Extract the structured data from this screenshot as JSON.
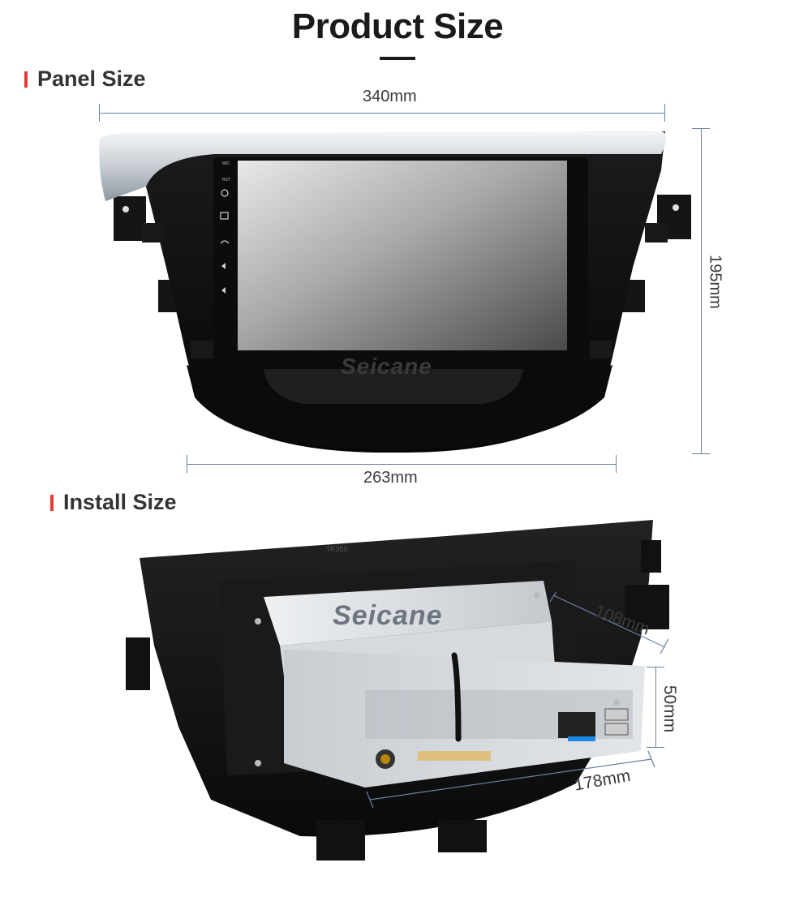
{
  "page": {
    "title": "Product Size"
  },
  "panel": {
    "heading": "Panel Size",
    "width_top": "340mm",
    "width_bottom": "263mm",
    "height": "195mm",
    "screen_brand": "Seicane",
    "side_buttons": [
      "MIC",
      "RST"
    ]
  },
  "install": {
    "heading": "Install Size",
    "depth": "108mm",
    "height": "50mm",
    "width": "178mm",
    "unit_brand": "Seicane",
    "frame_markings": [
      "TK350"
    ]
  }
}
